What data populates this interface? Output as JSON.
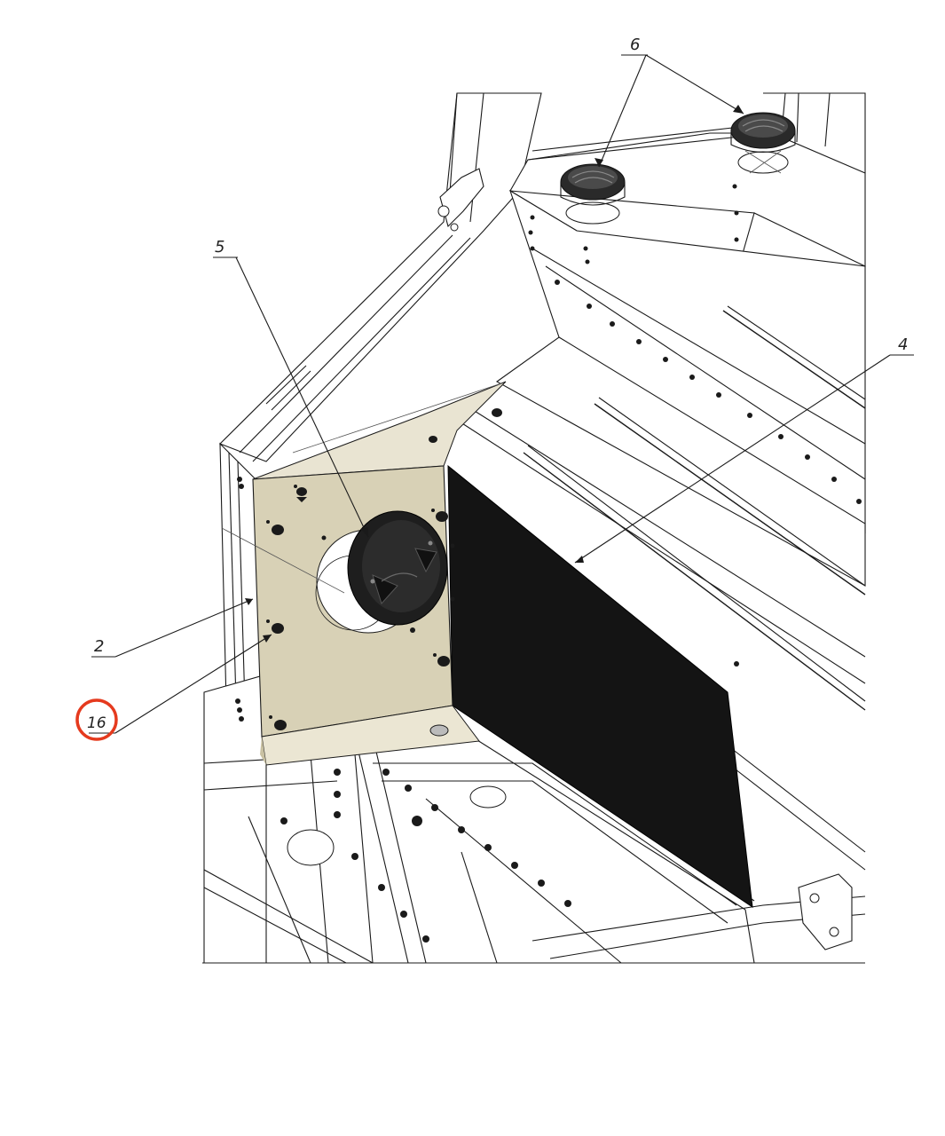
{
  "diagram": {
    "callouts": [
      {
        "id": "6",
        "label": "6"
      },
      {
        "id": "5",
        "label": "5"
      },
      {
        "id": "4",
        "label": "4"
      },
      {
        "id": "2",
        "label": "2"
      },
      {
        "id": "16",
        "label": "16",
        "highlighted": true
      }
    ],
    "colors": {
      "panel": "#d8d1b6",
      "panel_shadow": "#c9c1a2",
      "screen": "#141414",
      "highlight": "#e53a1e",
      "line": "#1a1a1a"
    },
    "icons": [
      "hatch-cover-icon",
      "vent-icon",
      "bolt-icon"
    ]
  }
}
